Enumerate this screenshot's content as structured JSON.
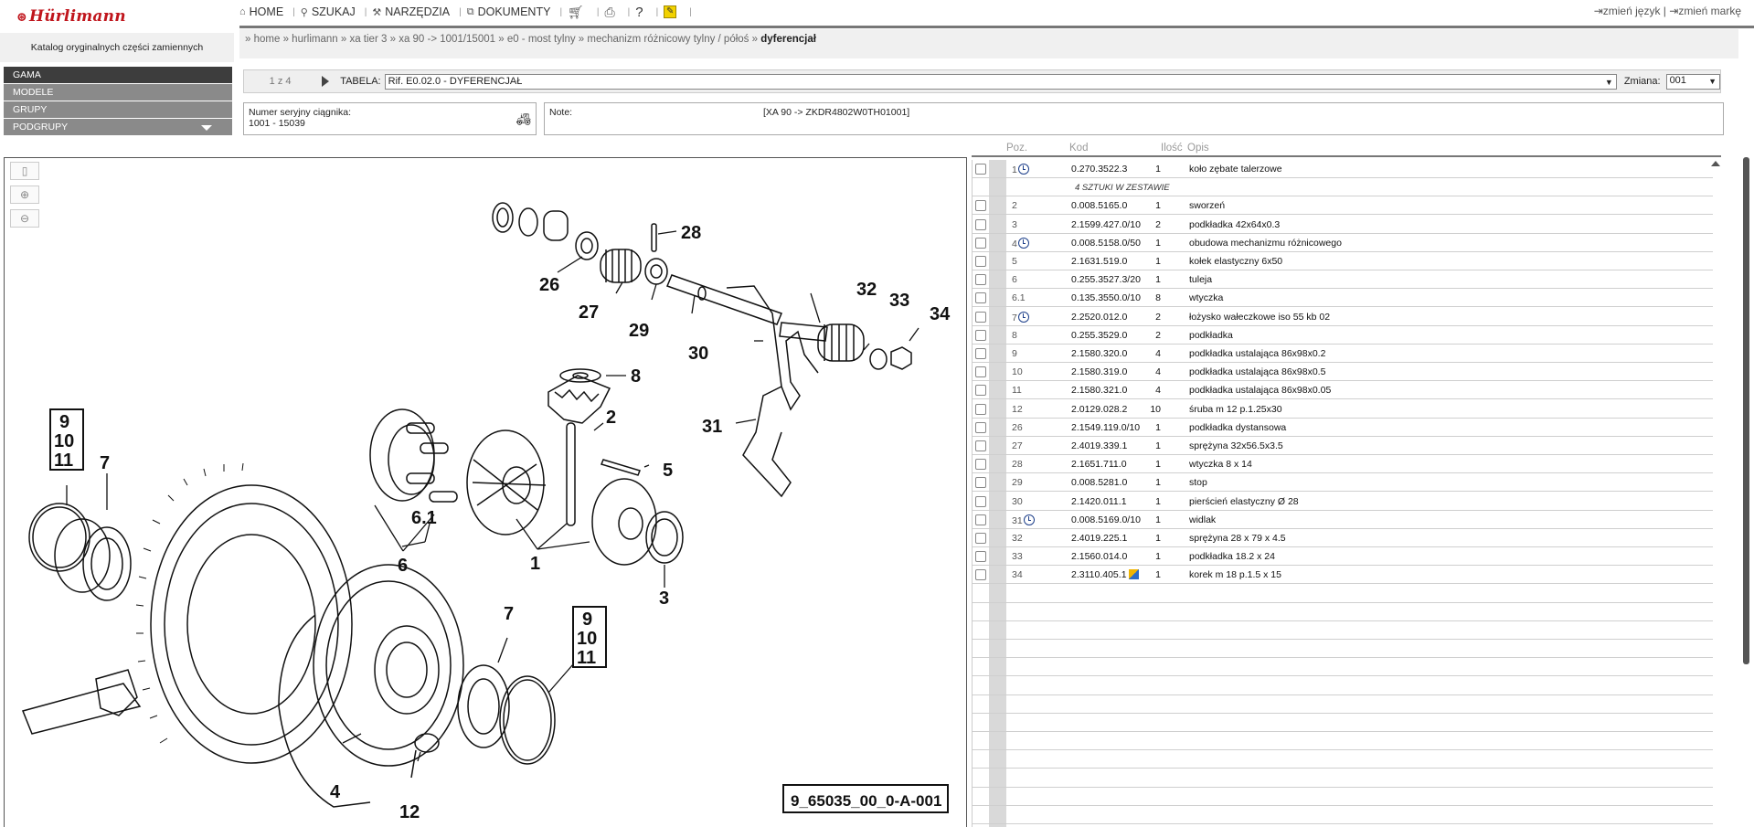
{
  "brand": {
    "logo_text": "Hürlimann",
    "catalog_title": "Katalog oryginalnych części zamiennych"
  },
  "leftnav": [
    {
      "label": "GAMA",
      "active": true
    },
    {
      "label": "MODELE",
      "active": false
    },
    {
      "label": "GRUPY",
      "active": false
    },
    {
      "label": "PODGRUPY",
      "active": false
    }
  ],
  "topnav": {
    "home": "HOME",
    "search": "SZUKAJ",
    "tools": "NARZĘDZIA",
    "docs": "DOKUMENTY",
    "change_lang": "zmień język",
    "change_brand": "zmień markę"
  },
  "breadcrumb": {
    "items": [
      "home",
      "hurlimann",
      "xa tier 3",
      "xa 90 -> 1001/15001",
      "e0 - most tylny",
      "mechanizm różnicowy tylny / półoś"
    ],
    "current": "dyferencjał"
  },
  "selector": {
    "pager": "1 z 4",
    "table_label": "TABELA:",
    "table_value": "Rif. E0.02.0 - DYFERENCJAŁ",
    "change_label": "Zmiana:",
    "change_value": "001"
  },
  "serial": {
    "label": "Numer seryjny ciągnika:",
    "value": "1001 - 15039"
  },
  "note": {
    "label": "Note:",
    "value": "[XA 90 -> ZKDR4802W0TH01001]"
  },
  "diagram": {
    "code": "9_65035_00_0-A-001",
    "callouts": [
      "1",
      "2",
      "3",
      "4",
      "5",
      "6",
      "6.1",
      "7",
      "7",
      "8",
      "9",
      "10",
      "11",
      "9",
      "10",
      "11",
      "12",
      "26",
      "27",
      "28",
      "29",
      "30",
      "31",
      "32",
      "33",
      "34"
    ]
  },
  "parts_header": {
    "pos": "Poz.",
    "code": "Kod",
    "qty": "Ilość",
    "desc": "Opis"
  },
  "parts": [
    {
      "pos": "1",
      "clock": true,
      "code": "0.270.3522.3",
      "qty": "1",
      "desc": "koło zębate talerzowe"
    },
    {
      "note": "4 SZTUKI W ZESTAWIE"
    },
    {
      "pos": "2",
      "code": "0.008.5165.0",
      "qty": "1",
      "desc": "sworzeń"
    },
    {
      "pos": "3",
      "code": "2.1599.427.0/10",
      "qty": "2",
      "desc": "podkładka 42x64x0.3"
    },
    {
      "pos": "4",
      "clock": true,
      "code": "0.008.5158.0/50",
      "qty": "1",
      "desc": "obudowa mechanizmu różnicowego"
    },
    {
      "pos": "5",
      "code": "2.1631.519.0",
      "qty": "1",
      "desc": "kołek elastyczny 6x50"
    },
    {
      "pos": "6",
      "code": "0.255.3527.3/20",
      "qty": "1",
      "desc": "tuleja"
    },
    {
      "pos": "6.1",
      "code": "0.135.3550.0/10",
      "qty": "8",
      "desc": "wtyczka"
    },
    {
      "pos": "7",
      "clock": true,
      "code": "2.2520.012.0",
      "qty": "2",
      "desc": "łożysko wałeczkowe iso 55 kb 02"
    },
    {
      "pos": "8",
      "code": "0.255.3529.0",
      "qty": "2",
      "desc": "podkładka"
    },
    {
      "pos": "9",
      "code": "2.1580.320.0",
      "qty": "4",
      "desc": "podkładka ustalająca 86x98x0.2"
    },
    {
      "pos": "10",
      "code": "2.1580.319.0",
      "qty": "4",
      "desc": "podkładka ustalająca 86x98x0.5"
    },
    {
      "pos": "11",
      "code": "2.1580.321.0",
      "qty": "4",
      "desc": "podkładka ustalająca 86x98x0.05"
    },
    {
      "pos": "12",
      "code": "2.0129.028.2",
      "qty": "10",
      "desc": "śruba m 12 p.1.25x30"
    },
    {
      "pos": "26",
      "code": "2.1549.119.0/10",
      "qty": "1",
      "desc": "podkładka dystansowa"
    },
    {
      "pos": "27",
      "code": "2.4019.339.1",
      "qty": "1",
      "desc": "sprężyna 32x56.5x3.5"
    },
    {
      "pos": "28",
      "code": "2.1651.711.0",
      "qty": "1",
      "desc": "wtyczka 8 x 14"
    },
    {
      "pos": "29",
      "code": "0.008.5281.0",
      "qty": "1",
      "desc": "stop"
    },
    {
      "pos": "30",
      "code": "2.1420.011.1",
      "qty": "1",
      "desc": "pierścień elastyczny Ø 28"
    },
    {
      "pos": "31",
      "clock": true,
      "code": "0.008.5169.0/10",
      "qty": "1",
      "desc": "widlak"
    },
    {
      "pos": "32",
      "code": "2.4019.225.1",
      "qty": "1",
      "desc": "sprężyna 28 x 79 x 4.5"
    },
    {
      "pos": "33",
      "code": "2.1560.014.0",
      "qty": "1",
      "desc": "podkładka 18.2 x 24"
    },
    {
      "pos": "34",
      "kit": true,
      "code": "2.3110.405.1",
      "qty": "1",
      "desc": "korek m 18 p.1.5 x 15"
    }
  ]
}
